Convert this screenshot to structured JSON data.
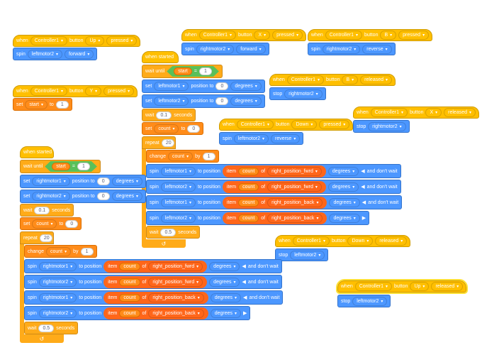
{
  "blocks": {
    "when": "when",
    "button": "button",
    "spin": "spin",
    "set": "set",
    "to": "to",
    "stop": "stop",
    "when_started": "when started",
    "wait_until": "wait until",
    "position_to": "position to",
    "degrees": "degrees",
    "wait": "wait",
    "seconds": "seconds",
    "repeat": "repeat",
    "change": "change",
    "by": "by",
    "to_position": "to position",
    "item": "item",
    "of": "of",
    "and_dont_wait": "and don't wait",
    "eq": "="
  },
  "values": {
    "controller": "Controller1",
    "up": "Up",
    "down": "Down",
    "x": "X",
    "y": "Y",
    "b": "B",
    "pressed": "pressed",
    "released": "released",
    "leftmotor2": "leftmotor2",
    "rightmotor2": "rightmotor2",
    "leftmotor1": "leftmotor1",
    "rightmotor1": "rightmotor1",
    "forward": "forward",
    "reverse": "reverse",
    "start": "start",
    "count": "count",
    "one": "1",
    "zero": "0",
    "wait_01": "0.1",
    "wait_05": "0.5",
    "twenty": "20",
    "fwd_list": "right_position_fwrd",
    "back_list": "right_position_back"
  },
  "colors": {
    "event": "#ffbf00",
    "control": "#ffab19",
    "motion": "#4c97ff",
    "variable": "#ff8c1a",
    "list": "#ff661a",
    "operator": "#59c059"
  },
  "icons": {
    "arrow_left": "◀",
    "arrow_right": "▶",
    "loop": "↺"
  }
}
